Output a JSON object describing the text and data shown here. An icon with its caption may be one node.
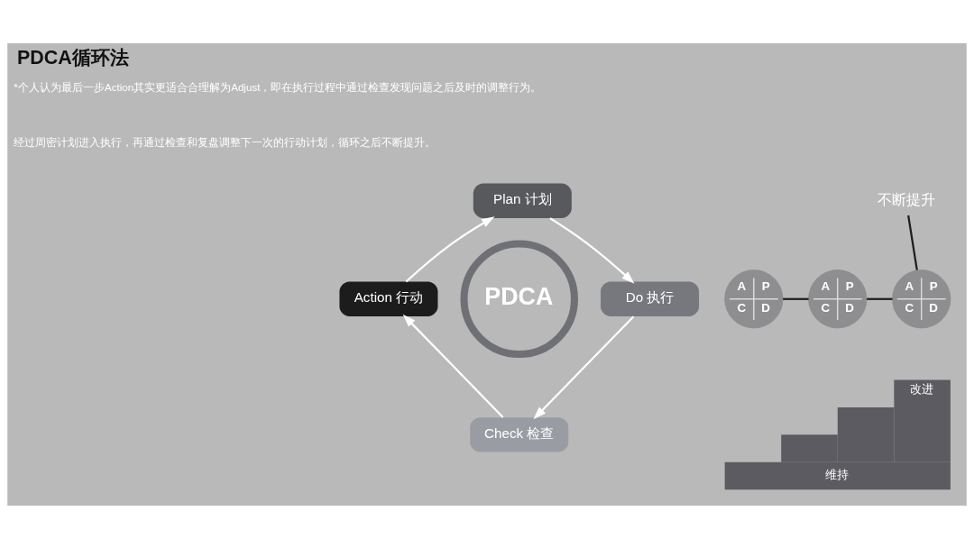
{
  "diagram": {
    "title": "PDCA循环法",
    "nodes": [
      {
        "text": [
          "Plan 计划"
        ]
      },
      {
        "text": [
          "Action 行动"
        ]
      },
      {
        "text": [
          "PDCA"
        ]
      },
      {
        "text": [
          "Do 执行"
        ]
      },
      {
        "text": [
          "Check 检查"
        ]
      },
      {
        "text": [
          "A",
          "P",
          "C",
          "D"
        ]
      },
      {
        "text": [
          "A",
          "P",
          "C",
          "D"
        ]
      },
      {
        "text": [
          "A",
          "P",
          "C",
          "D"
        ]
      },
      {
        "text": [
          "不断提升"
        ]
      },
      {
        "text": [
          "改进",
          "维持"
        ]
      }
    ],
    "edges": [
      {
        "from": 0,
        "to": 3,
        "arrow": "to"
      },
      {
        "from": 3,
        "to": 4,
        "arrow": "to"
      },
      {
        "from": 4,
        "to": 1,
        "arrow": "to"
      },
      {
        "from": 1,
        "to": 0,
        "arrow": "to"
      },
      {
        "from": 5,
        "to": 6,
        "arrow": "none",
        "color": "#1e1e1e"
      },
      {
        "from": 6,
        "to": 7,
        "arrow": "none",
        "color": "#1e1e1e"
      },
      {
        "from": 7,
        "to": 8,
        "arrow": "none",
        "color": "#1e1e1e"
      }
    ],
    "labels": [
      "*个人认为最后一步Action其实更适合合理解为Adjust，即在执行过程中通过检查发现问题之后及时的调整行为。",
      "经过周密计划进入执行，再通过检查和复盘调整下一次的行动计划，循环之后不断提升。"
    ]
  }
}
